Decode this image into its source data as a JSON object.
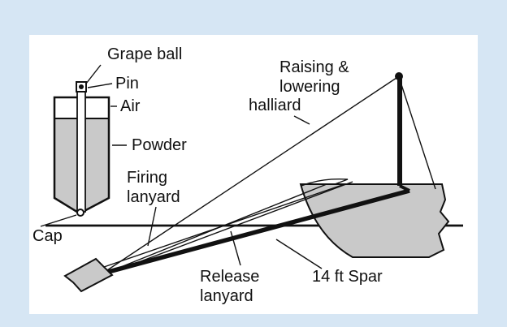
{
  "colors": {
    "page_background": "#d6e6f4",
    "panel_background": "#ffffff",
    "ink": "#111111",
    "fill_gray": "#c9c9c9"
  },
  "labels": {
    "grape_ball": "Grape ball",
    "pin": "Pin",
    "air": "Air",
    "powder": "Powder",
    "firing_line1": "Firing",
    "firing_line2": "lanyard",
    "cap": "Cap",
    "raising_line1": "Raising &",
    "raising_line2": "lowering",
    "raising_line3": "halliard",
    "release_line1": "Release",
    "release_line2": "lanyard",
    "spar": "14 ft Spar"
  }
}
